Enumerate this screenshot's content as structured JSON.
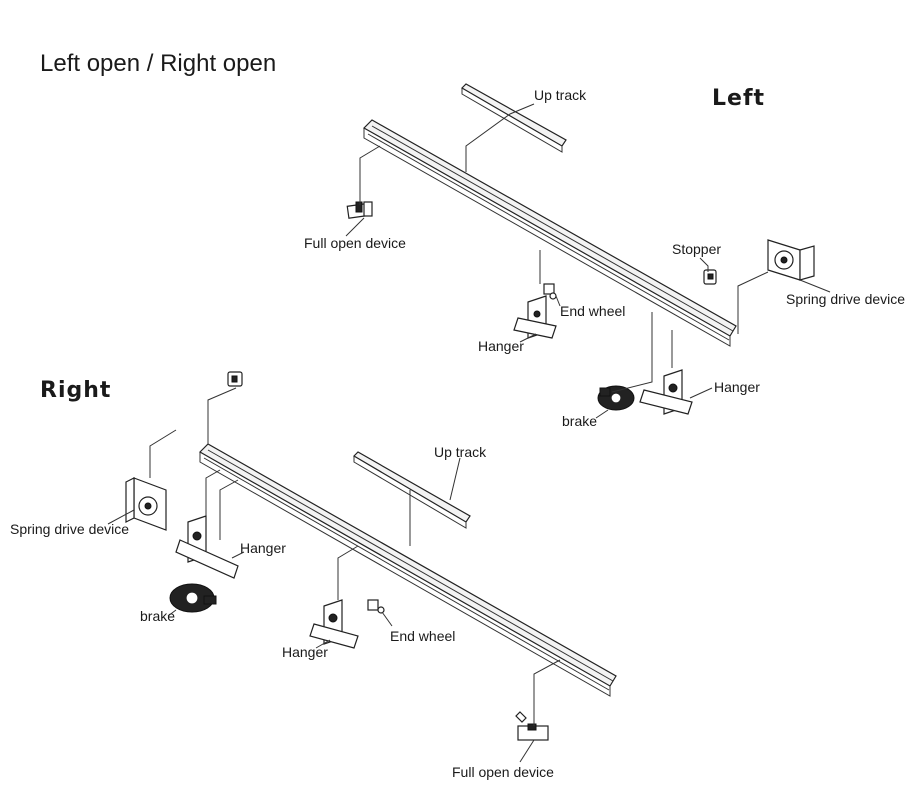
{
  "title": "Left open / Right open",
  "sections": {
    "left": "Left",
    "right": "Right"
  },
  "left_labels": {
    "up_track": "Up track",
    "full_open_device": "Full open device",
    "stopper": "Stopper",
    "spring_drive_device": "Spring drive device",
    "end_wheel": "End wheel",
    "hanger_1": "Hanger",
    "hanger_2": "Hanger",
    "brake": "brake"
  },
  "right_labels": {
    "up_track": "Up track",
    "spring_drive_device": "Spring drive device",
    "hanger_1": "Hanger",
    "brake": "brake",
    "hanger_2": "Hanger",
    "end_wheel": "End wheel",
    "full_open_device": "Full open device"
  }
}
